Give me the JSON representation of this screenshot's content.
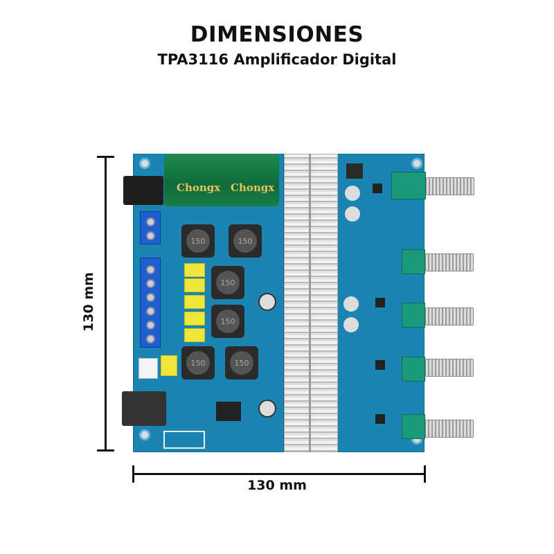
{
  "header": {
    "title": "DIMENSIONES",
    "subtitle": "TPA3116 Amplificador Digital"
  },
  "dimensions": {
    "height_label": "130 mm",
    "width_label": "130 mm"
  },
  "product": {
    "capacitor_brand": "Chongx",
    "inductor_marking": "150"
  },
  "colors": {
    "board": "#1a84b3",
    "heatsink": "#d9d9d9",
    "capacitor": "#15774a",
    "pot": "#1a9a7a"
  }
}
